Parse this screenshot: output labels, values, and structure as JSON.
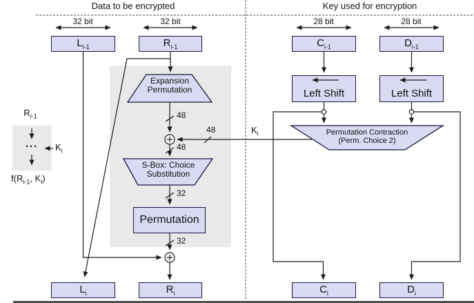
{
  "colors": {
    "box_fill": "#dadaf2",
    "box_border": "#16163f",
    "panel": "#e9e9e9",
    "line": "#1a1a1a"
  },
  "headers": {
    "left": "Data to be encrypted",
    "right": "Key used for encryption"
  },
  "bit_labels": {
    "data": "32 bit",
    "key": "28 bit"
  },
  "registers": {
    "l_prev": {
      "base": "L",
      "sub": "i-1"
    },
    "r_prev": {
      "base": "R",
      "sub": "i-1"
    },
    "c_prev": {
      "base": "C",
      "sub": "i-1"
    },
    "d_prev": {
      "base": "D",
      "sub": "i-1"
    },
    "l_next": {
      "base": "L",
      "sub": "i"
    },
    "r_next": {
      "base": "R",
      "sub": "i"
    },
    "c_next": {
      "base": "C",
      "sub": "i"
    },
    "d_next": {
      "base": "D",
      "sub": "i"
    }
  },
  "blocks": {
    "expansion": {
      "line1": "Expansion",
      "line2": "Permutation"
    },
    "sbox": {
      "line1": "S-Box: Choice",
      "line2": "Substitution"
    },
    "permutation": {
      "label": "Permutation"
    },
    "left_shift": {
      "label": "Left Shift"
    },
    "perm_contraction": {
      "line1": "Permutation Contraction",
      "line2": "(Perm. Choice 2)"
    }
  },
  "wire_labels": {
    "expansion_out": "48",
    "subkey_width": "48",
    "xor_out": "48",
    "sbox_out": "32",
    "permutation_out": "32",
    "k": {
      "base": "K",
      "sub": "i"
    }
  },
  "legend": {
    "input": {
      "base": "R",
      "sub": "i-1"
    },
    "dots": "···",
    "k": {
      "base": "K",
      "sub": "i"
    },
    "f": {
      "p1": "f(R",
      "s1": "i-1",
      "p2": ", K",
      "s2": "i",
      "p3": ")"
    }
  }
}
